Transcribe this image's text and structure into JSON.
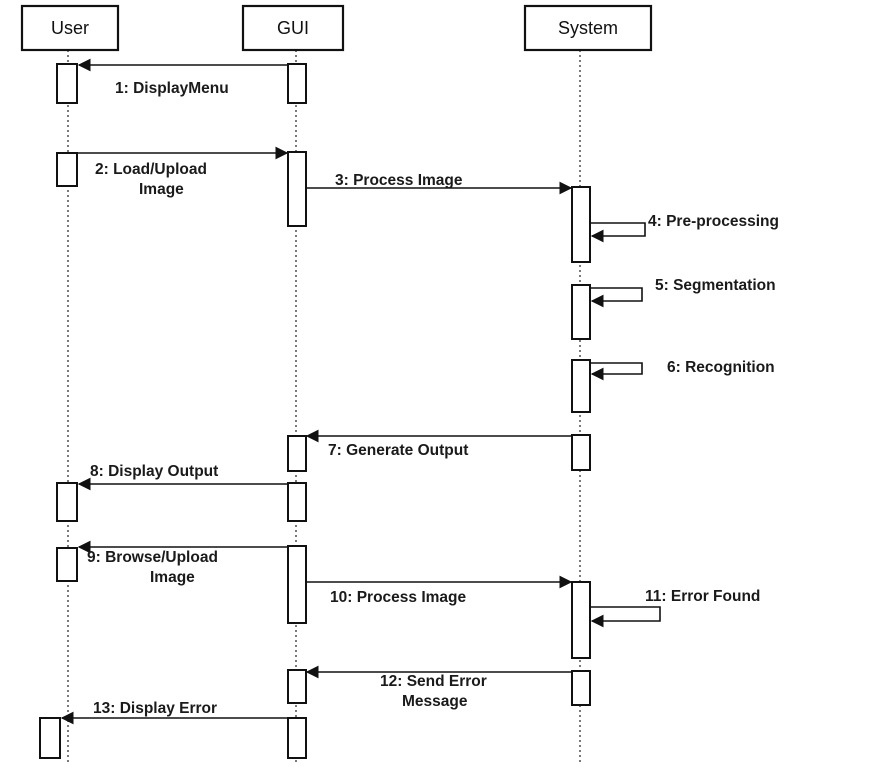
{
  "diagram": {
    "actors": [
      {
        "id": "user",
        "label": "User"
      },
      {
        "id": "gui",
        "label": "GUI"
      },
      {
        "id": "system",
        "label": "System"
      }
    ],
    "messages": [
      {
        "id": "m1",
        "from": "gui",
        "to": "user",
        "label": "1: DisplayMenu"
      },
      {
        "id": "m2",
        "from": "user",
        "to": "gui",
        "label": "2: Load/Upload\nImage"
      },
      {
        "id": "m3",
        "from": "gui",
        "to": "system",
        "label": "3: Process Image"
      },
      {
        "id": "m4",
        "from": "system",
        "to": "system",
        "label": "4: Pre-processing"
      },
      {
        "id": "m5",
        "from": "system",
        "to": "system",
        "label": "5: Segmentation"
      },
      {
        "id": "m6",
        "from": "system",
        "to": "system",
        "label": "6: Recognition"
      },
      {
        "id": "m7",
        "from": "system",
        "to": "gui",
        "label": "7: Generate Output"
      },
      {
        "id": "m8",
        "from": "gui",
        "to": "user",
        "label": "8: Display Output"
      },
      {
        "id": "m9",
        "from": "gui",
        "to": "user",
        "label": "9: Browse/Upload\nImage"
      },
      {
        "id": "m10",
        "from": "gui",
        "to": "system",
        "label": "10: Process Image"
      },
      {
        "id": "m11",
        "from": "system",
        "to": "system",
        "label": "11: Error Found"
      },
      {
        "id": "m12",
        "from": "system",
        "to": "gui",
        "label": "12: Send Error\nMessage"
      },
      {
        "id": "m13",
        "from": "gui",
        "to": "user",
        "label": "13: Display Error"
      }
    ]
  }
}
